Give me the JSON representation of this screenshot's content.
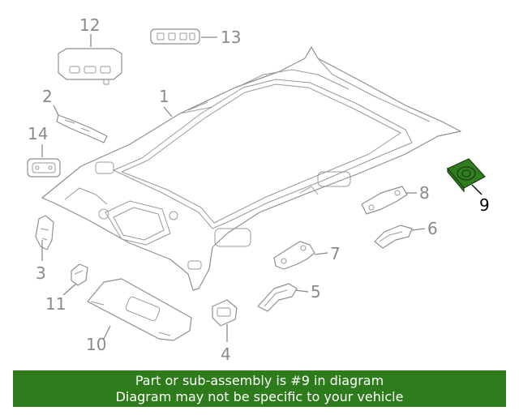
{
  "diagram": {
    "callouts": [
      "1",
      "2",
      "3",
      "4",
      "5",
      "6",
      "7",
      "8",
      "9",
      "10",
      "11",
      "12",
      "13",
      "14"
    ],
    "highlighted_part": "9",
    "highlight_color": "#2f7d1e"
  },
  "banner": {
    "line1": "Part or sub-assembly is #9 in diagram",
    "line2": "Diagram may not be specific to your vehicle",
    "background": "#2e7b1c"
  }
}
